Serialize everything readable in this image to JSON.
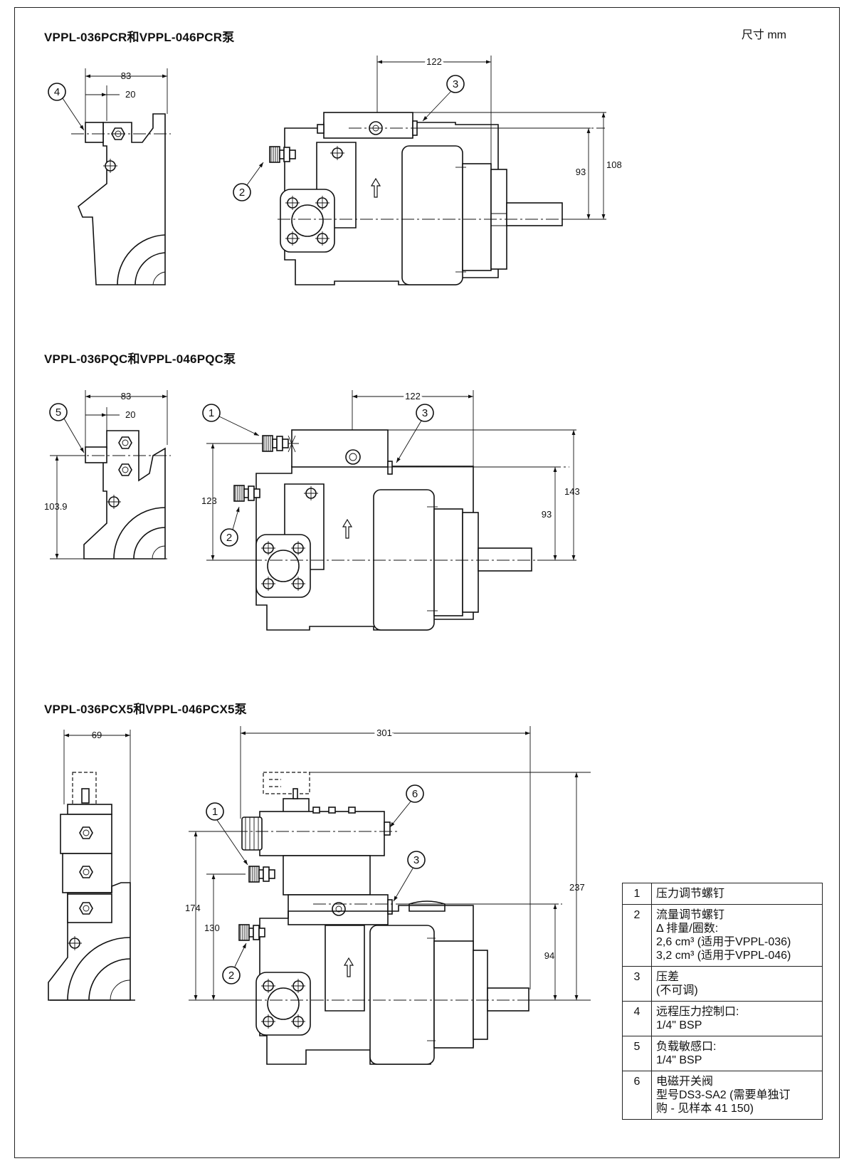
{
  "units": "尺寸 mm",
  "sections": [
    {
      "title": "VPPL-036PCR和VPPL-046PCR泵",
      "dims": {
        "side_width": "83",
        "side_offset": "20",
        "top_width": "122",
        "height_a": "93",
        "height_b": "108"
      },
      "callouts": [
        "4",
        "2",
        "3"
      ]
    },
    {
      "title": "VPPL-036PQC和VPPL-046PQC泵",
      "dims": {
        "side_width": "83",
        "side_offset": "20",
        "side_height": "103.9",
        "top_width": "122",
        "height_left": "123",
        "height_a": "93",
        "height_b": "143"
      },
      "callouts": [
        "5",
        "1",
        "3",
        "2"
      ]
    },
    {
      "title": "VPPL-036PCX5和VPPL-046PCX5泵",
      "dims": {
        "side_width": "69",
        "overall_width": "301",
        "height_174": "174",
        "height_130": "130",
        "height_237": "237",
        "height_94": "94"
      },
      "callouts": [
        "1",
        "6",
        "3",
        "2"
      ]
    }
  ],
  "legend": [
    {
      "num": "1",
      "lines": [
        "压力调节螺钉"
      ]
    },
    {
      "num": "2",
      "lines": [
        "流量调节螺钉",
        "Δ 排量/圈数:",
        "2,6 cm³ (适用于VPPL-036)",
        "3,2 cm³ (适用于VPPL-046)"
      ]
    },
    {
      "num": "3",
      "lines": [
        "压差",
        "(不可调)"
      ]
    },
    {
      "num": "4",
      "lines": [
        "远程压力控制口:",
        "1/4\" BSP"
      ]
    },
    {
      "num": "5",
      "lines": [
        "负载敏感口:",
        "1/4\" BSP"
      ]
    },
    {
      "num": "6",
      "lines": [
        "电磁开关阀",
        "型号DS3-SA2 (需要单独订",
        "购 - 见样本 41 150)"
      ]
    }
  ]
}
